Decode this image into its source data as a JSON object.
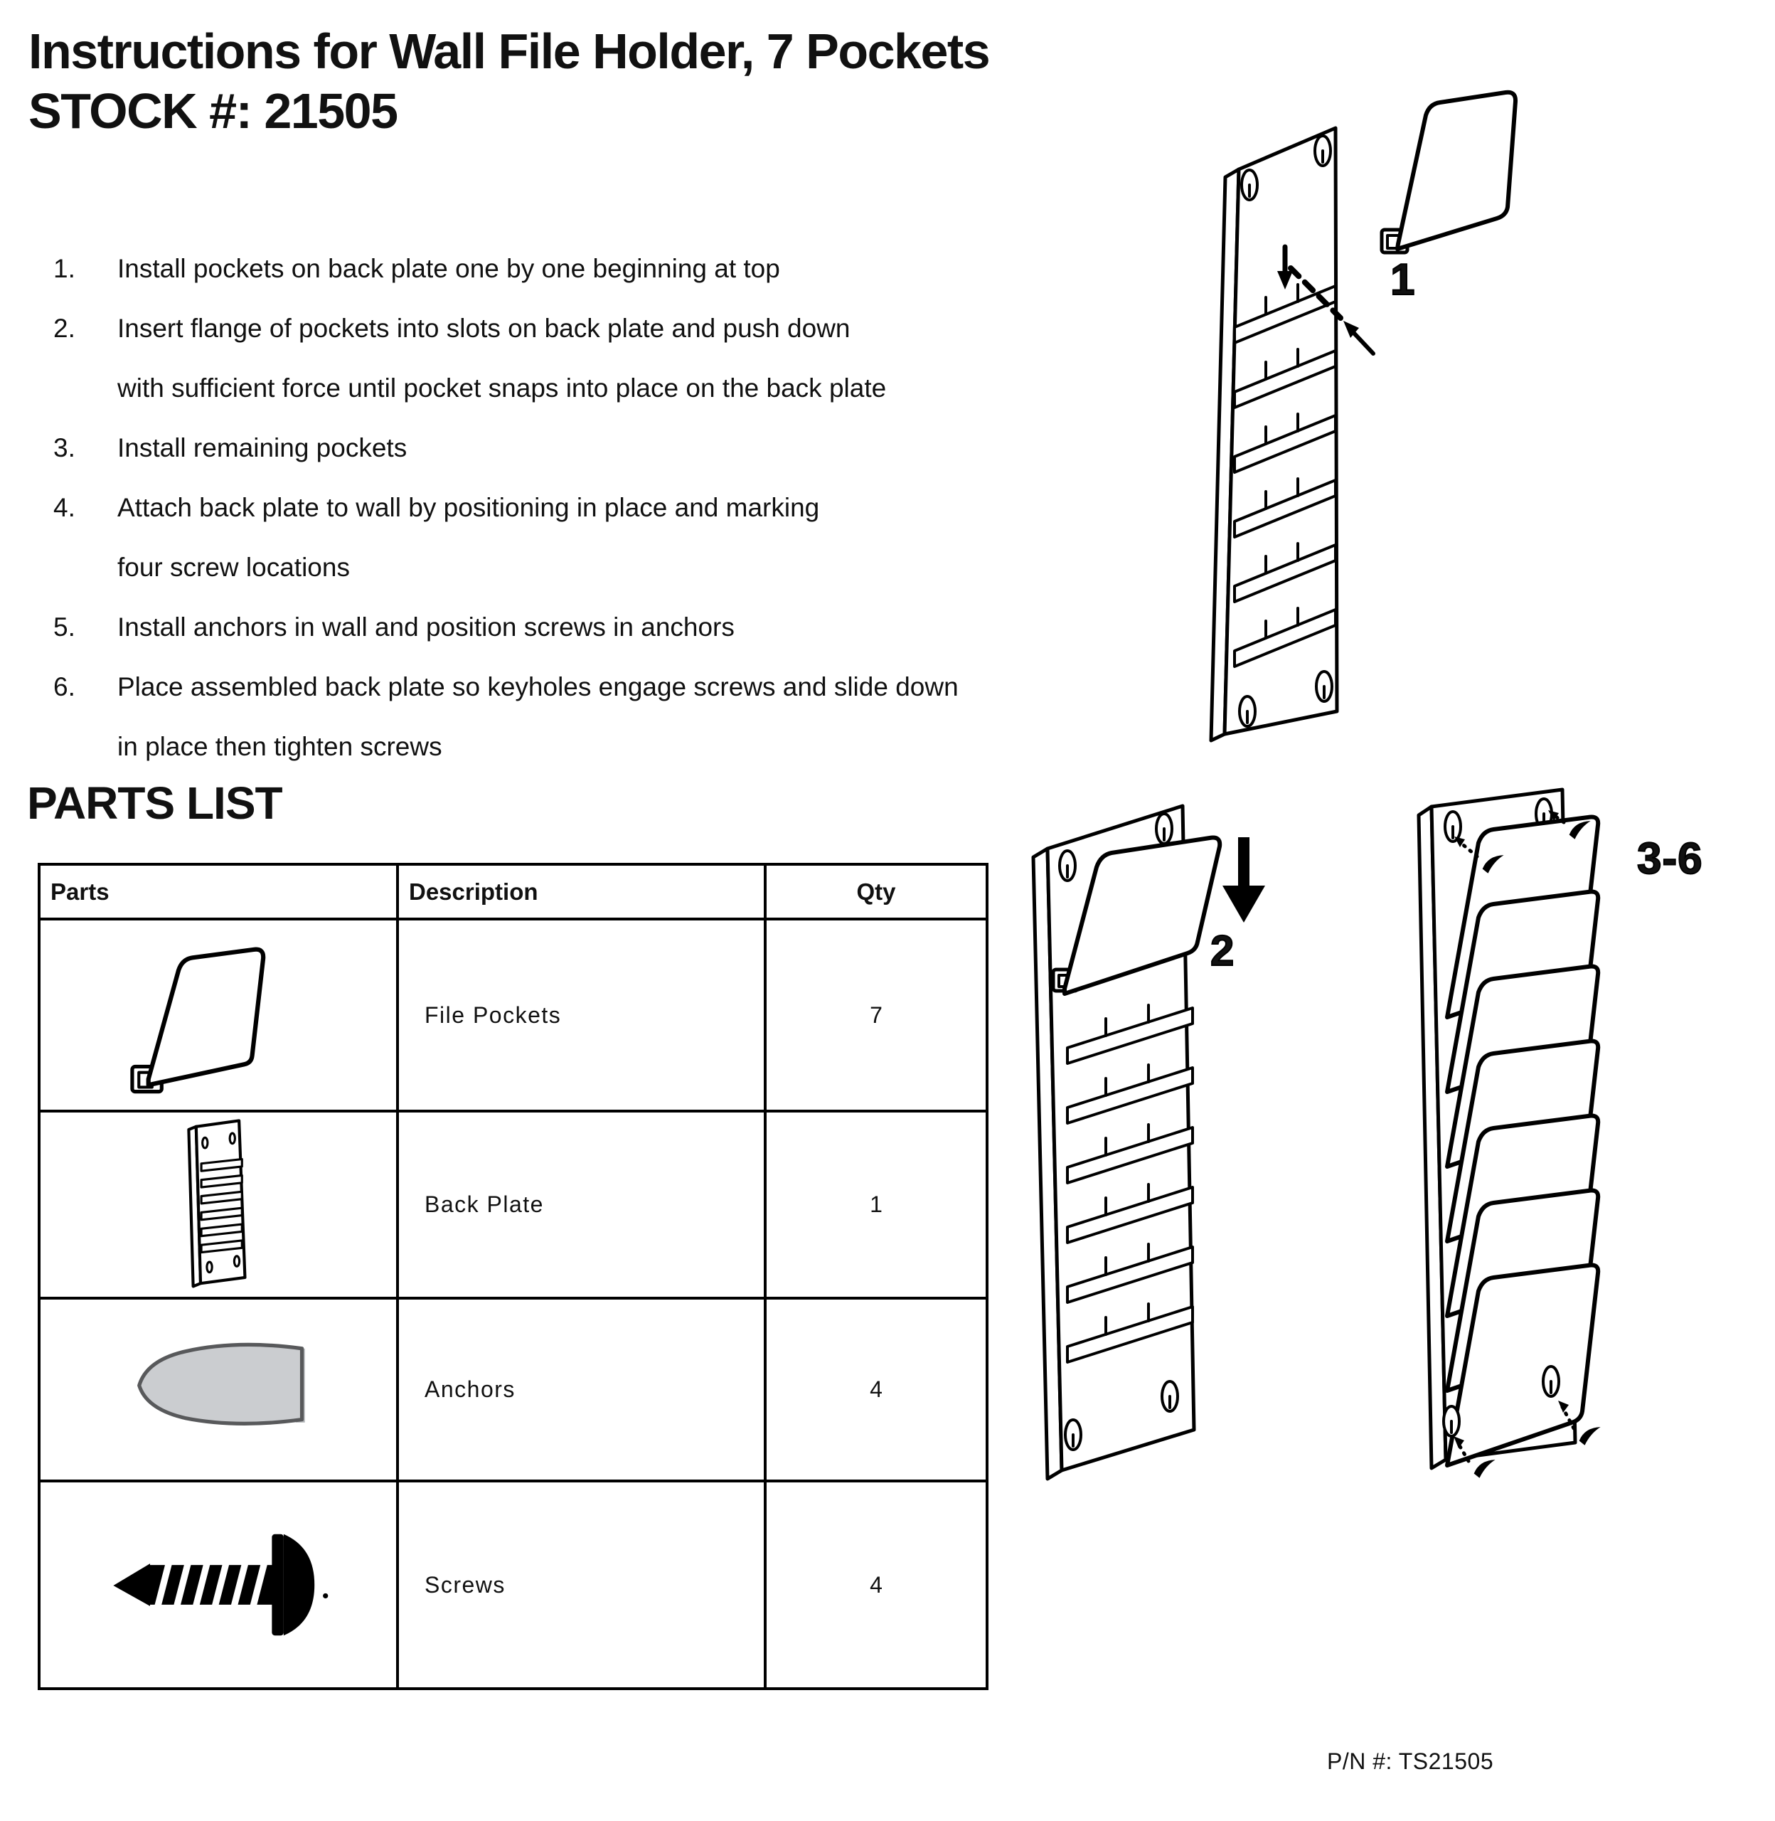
{
  "page": {
    "title_line1": "Instructions for Wall File Holder, 7 Pockets",
    "title_line2": "STOCK #: 21505",
    "part_number": "P/N #: TS21505"
  },
  "instructions": [
    {
      "num": "1.",
      "line1": "Install pockets on back plate one by one beginning at top",
      "line2": ""
    },
    {
      "num": "2.",
      "line1": "Insert flange of pockets into slots on back plate and push down",
      "line2": "with sufficient force until pocket snaps into place on the back plate"
    },
    {
      "num": "3.",
      "line1": "Install remaining pockets",
      "line2": ""
    },
    {
      "num": "4.",
      "line1": "Attach back plate to wall by positioning in place and marking",
      "line2": "four screw locations"
    },
    {
      "num": "5.",
      "line1": "Install anchors in wall and position screws in anchors",
      "line2": ""
    },
    {
      "num": "6.",
      "line1": "Place assembled back plate so keyholes engage screws and slide down",
      "line2": "in place then tighten screws"
    }
  ],
  "parts_list": {
    "heading": "PARTS LIST",
    "columns": [
      "Parts",
      "Description",
      "Qty"
    ],
    "rows": [
      {
        "icon": "file-pocket-icon",
        "description": "File Pockets",
        "qty": "7"
      },
      {
        "icon": "back-plate-icon",
        "description": "Back Plate",
        "qty": "1"
      },
      {
        "icon": "anchor-icon",
        "description": "Anchors",
        "qty": "4"
      },
      {
        "icon": "screw-icon",
        "description": "Screws",
        "qty": "4"
      }
    ]
  },
  "diagrams": {
    "step1_label": "1",
    "step2_label": "2",
    "steps3to6_label": "3-6"
  },
  "colors": {
    "ink": "#000000",
    "anchor_fill": "#cbcdd0",
    "anchor_edge": "#58595b"
  }
}
